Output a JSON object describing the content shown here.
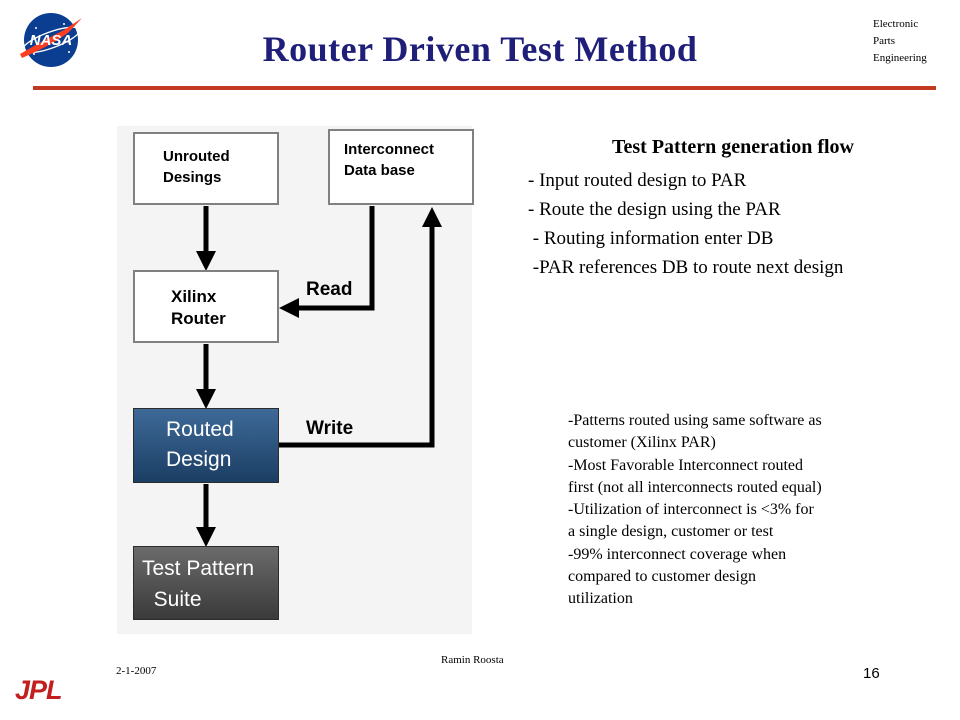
{
  "slide": {
    "title": "Router Driven Test Method",
    "department": [
      "Electronic",
      "Parts",
      "Engineering"
    ],
    "logos": {
      "top_left": "NASA",
      "bottom_left": "JPL"
    },
    "colors": {
      "title": "#1f1f7a",
      "rule": "#c2391f",
      "routed_box": "#2c5280",
      "test_box": "#555555",
      "jpl": "#c41f1f",
      "nasa_blue": "#0b3d91",
      "nasa_red": "#fc3d21"
    }
  },
  "diagram": {
    "unrouted": [
      "Unrouted",
      "Desings"
    ],
    "interconnect": [
      "Interconnect",
      "Data base"
    ],
    "xilinx": [
      "Xilinx",
      "Router"
    ],
    "routed": [
      "Routed",
      "Design"
    ],
    "test_suite": [
      "Test Pattern",
      "  Suite"
    ],
    "read_label": "Read",
    "write_label": "Write"
  },
  "flow": {
    "heading": "Test Pattern generation flow",
    "steps": [
      "- Input routed design to PAR",
      "- Route the design using the PAR",
      " - Routing information enter DB",
      " -PAR references DB to route next design"
    ]
  },
  "notes": [
    "-Patterns routed using same software as",
    "customer (Xilinx PAR)",
    "-Most Favorable Interconnect routed",
    "first (not all interconnects routed equal)",
    "-Utilization of interconnect is <3% for",
    "a single design, customer or test",
    "-99% interconnect coverage when",
    "compared to customer design",
    "utilization"
  ],
  "footer": {
    "date": "2-1-2007",
    "author": "Ramin Roosta",
    "page_number": "16"
  }
}
